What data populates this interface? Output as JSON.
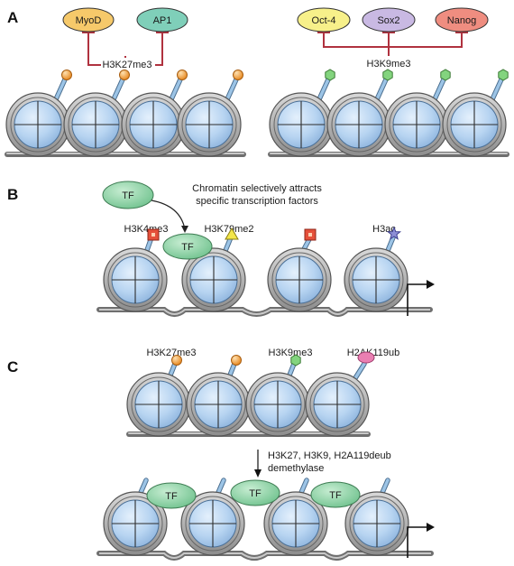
{
  "panels": {
    "a": {
      "letter": "A",
      "left_factors": [
        "MyoD",
        "AP1"
      ],
      "left_mark": "H3K27me3",
      "right_factors": [
        "Oct-4",
        "Sox2",
        "Nanog"
      ],
      "right_mark": "H3K9me3"
    },
    "b": {
      "letter": "B",
      "tf_free": "TF",
      "tf_bound": "TF",
      "note_line1": "Chromatin selectively attracts",
      "note_line2": "specific transcription factors",
      "mark_k4": "H3K4me3",
      "mark_k79": "H3K79me2",
      "mark_ac": "H3ac"
    },
    "c": {
      "letter": "C",
      "mark_k27": "H3K27me3",
      "mark_k9": "H3K9me3",
      "mark_ub": "H2AK119ub",
      "arrow_line1": "H3K27, H3K9, H2A119deub",
      "arrow_line2": "demethylase",
      "tfs": [
        "TF",
        "TF",
        "TF"
      ]
    }
  },
  "colors": {
    "myod": "#f6c96a",
    "ap1": "#7fcfb9",
    "oct4": "#f7f08a",
    "sox2": "#c9b9e3",
    "nanog": "#ef8d80",
    "inhibit_line": "#b0323f",
    "tf_green": "#8fd3a5",
    "mark_orange": "#f0a142",
    "mark_green_hex": "#83d47e",
    "mark_red_square": "#e5503a",
    "mark_yellow_triangle": "#f3e64a",
    "mark_star": "#8d8fd6",
    "mark_pink": "#ea7fb2",
    "histone_blue": "#b9d6f2",
    "histone_grey": "#9a9a9a"
  }
}
